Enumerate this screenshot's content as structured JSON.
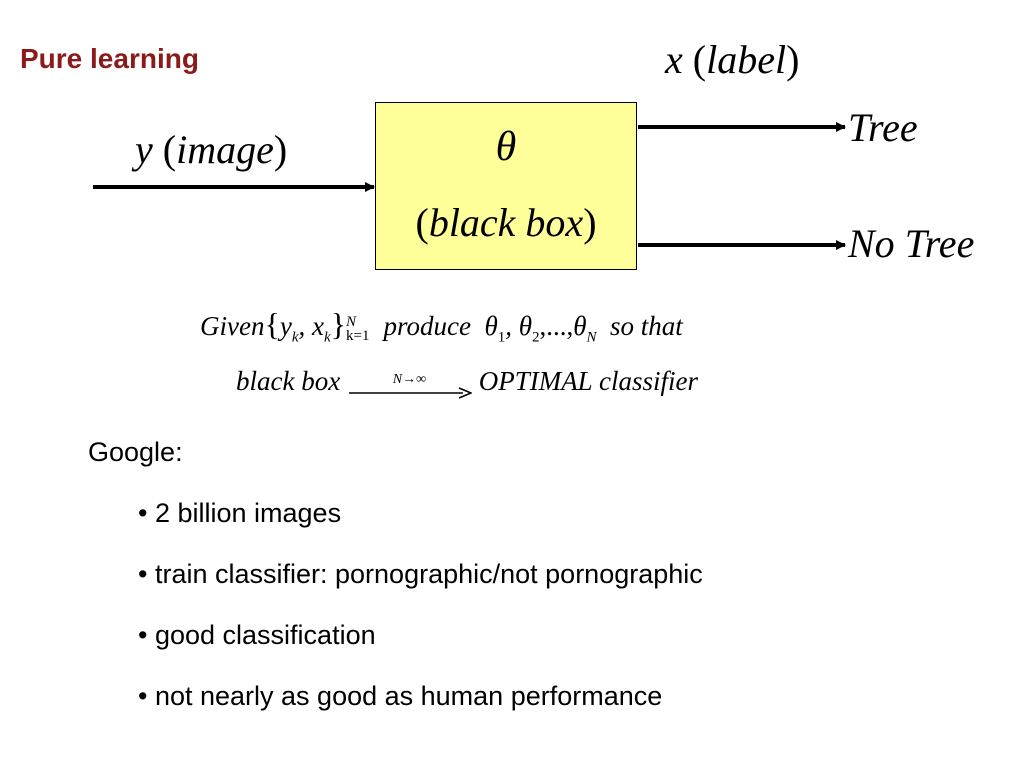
{
  "slide": {
    "title": "Pure learning"
  },
  "diagram": {
    "input": {
      "var": "y",
      "desc": "image"
    },
    "output": {
      "var": "x",
      "desc": "label"
    },
    "box": {
      "param": "θ",
      "label": "black box"
    },
    "outputs": {
      "tree": "Tree",
      "no_tree_1": "No",
      "no_tree_2": "Tree"
    }
  },
  "formula": {
    "given": "Given",
    "set_y": "y",
    "set_x": "x",
    "sub_k": "k",
    "upper": "N",
    "lower": "k=1",
    "produce": "produce",
    "theta": "θ",
    "t1": "1",
    "t2": "2",
    "dots": ",...,",
    "tN": "N",
    "so_that": "so that",
    "lhs": "black box",
    "limit": "N→∞",
    "rhs": "OPTIMAL classifier"
  },
  "example": {
    "heading": "Google:",
    "bullets": [
      "2 billion images",
      "train classifier: pornographic/not pornographic",
      "good classification",
      "not nearly as good as human performance"
    ]
  }
}
